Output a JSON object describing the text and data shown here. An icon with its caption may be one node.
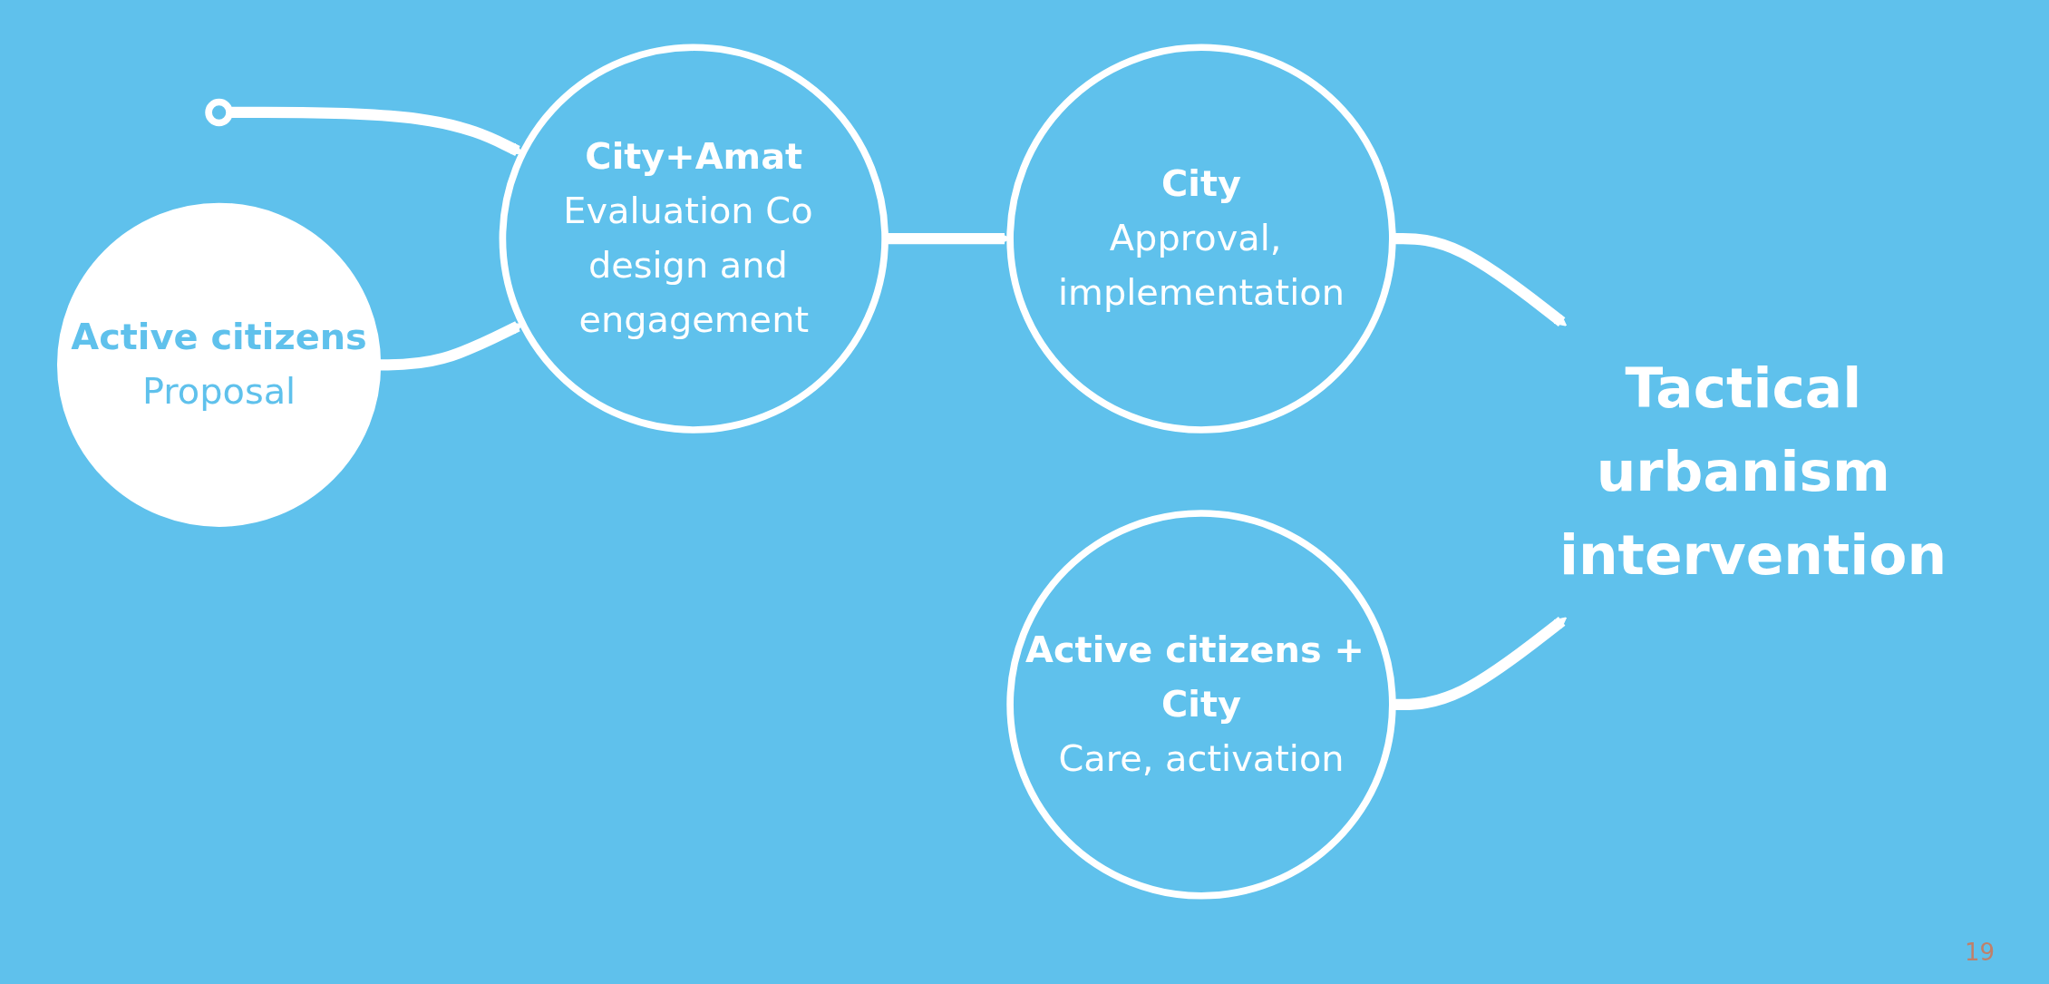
{
  "diagram": {
    "nodes": [
      {
        "text": [],
        "shape": "circle"
      },
      {
        "text": [
          "Active citizens",
          "Proposal"
        ]
      },
      {
        "text": [
          "City+Amat",
          "Evaluation Co design and engagement"
        ]
      },
      {
        "text": [
          "City",
          "Approval, implementation"
        ]
      },
      {
        "text": [
          "Active citizens + City",
          "Care, activation"
        ]
      },
      {
        "text": [
          "Tactical urbanism intervention"
        ]
      }
    ],
    "edges": [
      {
        "from": 0,
        "to": 2,
        "arrow": "to"
      },
      {
        "from": 1,
        "to": 2,
        "arrow": "to"
      },
      {
        "from": 2,
        "to": 3,
        "arrow": "to"
      },
      {
        "from": 3,
        "to": 5,
        "arrow": "to"
      },
      {
        "from": 4,
        "to": 5,
        "arrow": "to"
      }
    ],
    "labels": [
      "19"
    ]
  }
}
